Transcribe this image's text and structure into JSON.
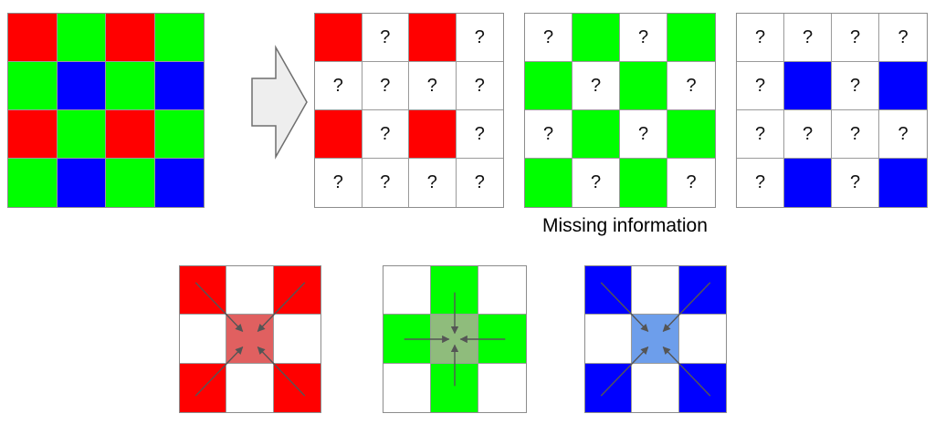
{
  "colors": {
    "R": "#ff0000",
    "G": "#00ff00",
    "B": "#0000ff",
    "W": "#ffffff",
    "red_estimate": "#e06060",
    "green_estimate": "#8fbc7c",
    "blue_estimate": "#6d9eeb",
    "arrow": "#555555"
  },
  "caption": "Missing information",
  "unknown_mark": "?",
  "bayer_pattern": [
    [
      "R",
      "G",
      "R",
      "G"
    ],
    [
      "G",
      "B",
      "G",
      "B"
    ],
    [
      "R",
      "G",
      "R",
      "G"
    ],
    [
      "G",
      "B",
      "G",
      "B"
    ]
  ],
  "channels": {
    "red": [
      [
        "R",
        "?",
        "R",
        "?"
      ],
      [
        "?",
        "?",
        "?",
        "?"
      ],
      [
        "R",
        "?",
        "R",
        "?"
      ],
      [
        "?",
        "?",
        "?",
        "?"
      ]
    ],
    "green": [
      [
        "?",
        "G",
        "?",
        "G"
      ],
      [
        "G",
        "?",
        "G",
        "?"
      ],
      [
        "?",
        "G",
        "?",
        "G"
      ],
      [
        "G",
        "?",
        "G",
        "?"
      ]
    ],
    "blue": [
      [
        "?",
        "?",
        "?",
        "?"
      ],
      [
        "?",
        "B",
        "?",
        "B"
      ],
      [
        "?",
        "?",
        "?",
        "?"
      ],
      [
        "?",
        "B",
        "?",
        "B"
      ]
    ]
  },
  "interpolation": {
    "red": {
      "grid": [
        [
          "R",
          "W",
          "R"
        ],
        [
          "W",
          "X",
          "W"
        ],
        [
          "R",
          "W",
          "R"
        ]
      ],
      "center_color": "red_estimate",
      "sources": "diagonal"
    },
    "green": {
      "grid": [
        [
          "W",
          "G",
          "W"
        ],
        [
          "G",
          "X",
          "G"
        ],
        [
          "W",
          "G",
          "W"
        ]
      ],
      "center_color": "green_estimate",
      "sources": "cross"
    },
    "blue": {
      "grid": [
        [
          "B",
          "W",
          "B"
        ],
        [
          "W",
          "X",
          "W"
        ],
        [
          "B",
          "W",
          "B"
        ]
      ],
      "center_color": "blue_estimate",
      "sources": "diagonal"
    }
  }
}
